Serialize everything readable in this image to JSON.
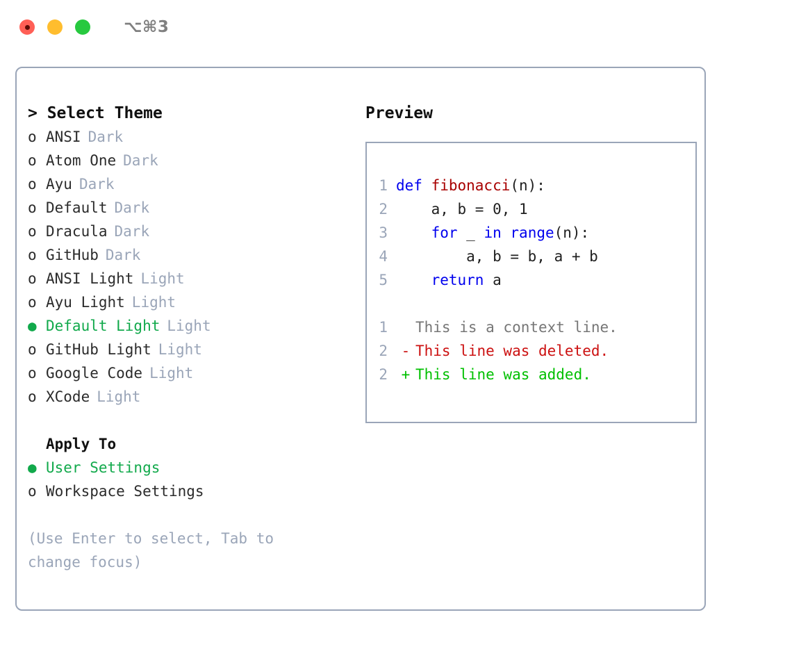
{
  "titlebar": {
    "shortcut": "⌥⌘3",
    "buttons": [
      {
        "name": "close",
        "color": "#ff5f56"
      },
      {
        "name": "minimize",
        "color": "#ffbd2e"
      },
      {
        "name": "maximize",
        "color": "#27c93f"
      }
    ]
  },
  "theme_list": {
    "header": "> Select Theme",
    "items": [
      {
        "bullet": "o",
        "label": "ANSI",
        "tag": "Dark",
        "selected": false
      },
      {
        "bullet": "o",
        "label": "Atom One",
        "tag": "Dark",
        "selected": false
      },
      {
        "bullet": "o",
        "label": "Ayu",
        "tag": "Dark",
        "selected": false
      },
      {
        "bullet": "o",
        "label": "Default",
        "tag": "Dark",
        "selected": false
      },
      {
        "bullet": "o",
        "label": "Dracula",
        "tag": "Dark",
        "selected": false
      },
      {
        "bullet": "o",
        "label": "GitHub",
        "tag": "Dark",
        "selected": false
      },
      {
        "bullet": "o",
        "label": "ANSI Light",
        "tag": "Light",
        "selected": false
      },
      {
        "bullet": "o",
        "label": "Ayu Light",
        "tag": "Light",
        "selected": false
      },
      {
        "bullet": "●",
        "label": "Default Light",
        "tag": "Light",
        "selected": true
      },
      {
        "bullet": "o",
        "label": "GitHub Light",
        "tag": "Light",
        "selected": false
      },
      {
        "bullet": "o",
        "label": "Google Code",
        "tag": "Light",
        "selected": false
      },
      {
        "bullet": "o",
        "label": "XCode",
        "tag": "Light",
        "selected": false
      }
    ]
  },
  "apply_to": {
    "header": "Apply To",
    "items": [
      {
        "bullet": "●",
        "label": "User Settings",
        "selected": true
      },
      {
        "bullet": "o",
        "label": "Workspace Settings",
        "selected": false
      }
    ]
  },
  "hint": "(Use Enter to select, Tab to change focus)",
  "preview": {
    "title": "Preview",
    "code": [
      {
        "lineno": "1",
        "tokens": [
          {
            "t": "def ",
            "k": "kw"
          },
          {
            "t": "fibonacci",
            "k": "fn"
          },
          {
            "t": "(n):",
            "k": "plain"
          }
        ]
      },
      {
        "lineno": "2",
        "tokens": [
          {
            "t": "    a, b = 0, 1",
            "k": "plain"
          }
        ]
      },
      {
        "lineno": "3",
        "tokens": [
          {
            "t": "    ",
            "k": "plain"
          },
          {
            "t": "for",
            "k": "kw"
          },
          {
            "t": " _ ",
            "k": "plain"
          },
          {
            "t": "in",
            "k": "kw"
          },
          {
            "t": " ",
            "k": "plain"
          },
          {
            "t": "range",
            "k": "kw"
          },
          {
            "t": "(n):",
            "k": "plain"
          }
        ]
      },
      {
        "lineno": "4",
        "tokens": [
          {
            "t": "        a, b = b, a + b",
            "k": "plain"
          }
        ]
      },
      {
        "lineno": "5",
        "tokens": [
          {
            "t": "    ",
            "k": "plain"
          },
          {
            "t": "return",
            "k": "kw"
          },
          {
            "t": " a",
            "k": "plain"
          }
        ]
      }
    ],
    "diff": [
      {
        "lineno": "1",
        "mark": " ",
        "text": "This is a context line.",
        "kind": "ctx"
      },
      {
        "lineno": "2",
        "mark": "-",
        "text": "This line was deleted.",
        "kind": "del"
      },
      {
        "lineno": "2",
        "mark": "+",
        "text": "This line was added.",
        "kind": "add"
      }
    ]
  },
  "colors": {
    "border": "#9aa5b8",
    "selected_green": "#11a94b",
    "muted": "#9aa5b8",
    "keyword_blue": "#0000ee",
    "function_red": "#a80000",
    "diff_deleted": "#cc1111",
    "diff_added": "#00c000",
    "diff_context": "#767676"
  }
}
